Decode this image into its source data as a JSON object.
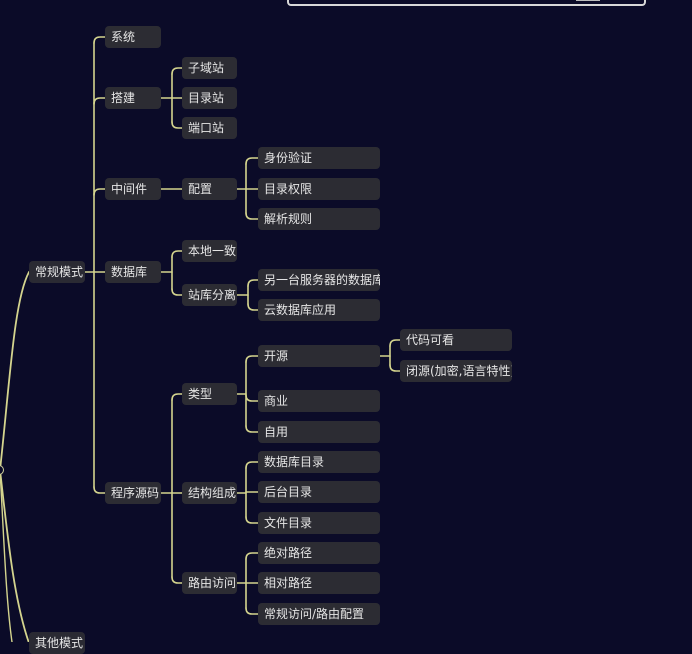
{
  "nodes": {
    "n_regular": "常规模式",
    "n_system": "系统",
    "n_build": "搭建",
    "n_subdomain": "子域站",
    "n_directory_site": "目录站",
    "n_port_site": "端口站",
    "n_middleware": "中间件",
    "n_config": "配置",
    "n_auth": "身份验证",
    "n_dir_perm": "目录权限",
    "n_parse_rule": "解析规则",
    "n_database": "数据库",
    "n_local": "本地一致",
    "n_site_db_sep": "站库分离",
    "n_other_server_db": "另一台服务器的数据库",
    "n_cloud_db": "云数据库应用",
    "n_source": "程序源码",
    "n_type": "类型",
    "n_open": "开源",
    "n_code_visible": "代码可看",
    "n_closed": "闭源(加密,语言特性)",
    "n_commercial": "商业",
    "n_self_use": "自用",
    "n_structure": "结构组成",
    "n_db_dir": "数据库目录",
    "n_admin_dir": "后台目录",
    "n_file_dir": "文件目录",
    "n_routing": "路由访问",
    "n_abs_path": "绝对路径",
    "n_rel_path": "相对路径",
    "n_regular_access": "常规访问/路由配置",
    "n_other": "其他模式"
  },
  "colors": {
    "line": "#d4d48e",
    "node_bg": "#2c2c33",
    "text": "#e6e6e6",
    "background": "#0b0b28"
  }
}
